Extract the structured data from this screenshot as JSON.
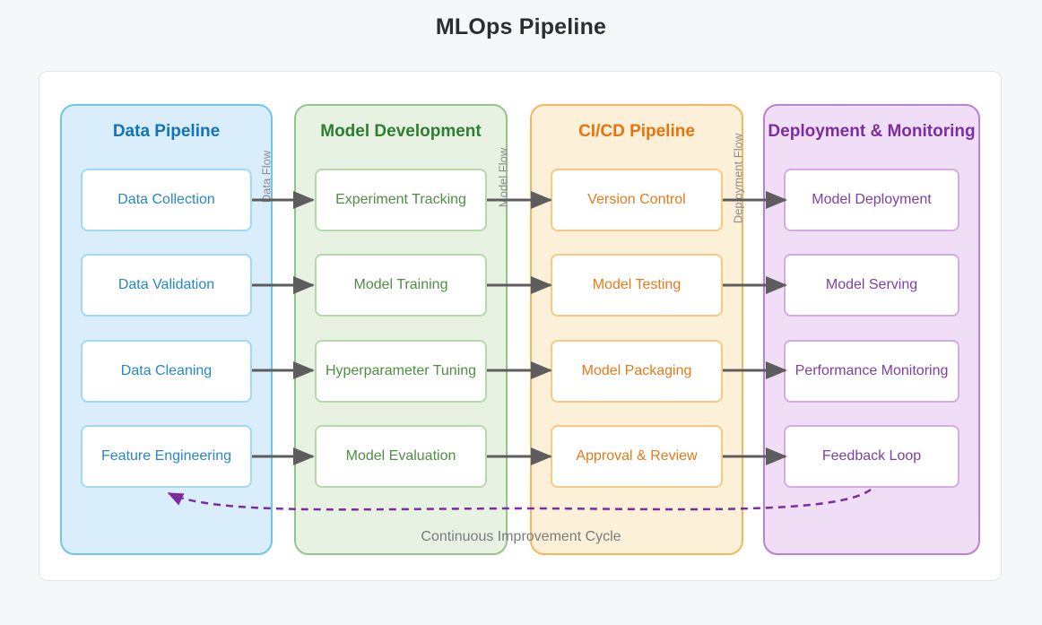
{
  "page": {
    "title": "MLOps Pipeline"
  },
  "columns": [
    {
      "id": "data-pipeline",
      "title": "Data Pipeline",
      "accent": "#1273b7",
      "fill": "#d9eefa",
      "border": "#6ec6ec",
      "nodes": [
        "Data Collection",
        "Data Validation",
        "Data Cleaning",
        "Feature Engineering"
      ]
    },
    {
      "id": "model-development",
      "title": "Model Development",
      "accent": "#2e7d32",
      "fill": "#e7f2e2",
      "border": "#94c48a",
      "nodes": [
        "Experiment Tracking",
        "Model Training",
        "Hyperparameter Tuning",
        "Model Evaluation"
      ]
    },
    {
      "id": "cicd-pipeline",
      "title": "CI/CD Pipeline",
      "accent": "#e8730c",
      "fill": "#fdf0d9",
      "border": "#f3b760",
      "nodes": [
        "Version Control",
        "Model Testing",
        "Model Packaging",
        "Approval & Review"
      ]
    },
    {
      "id": "deployment-monitoring",
      "title": "Deployment & Monitoring",
      "accent": "#7c2d9f",
      "fill": "#efdef5",
      "border": "#b981d1",
      "nodes": [
        "Model Deployment",
        "Model Serving",
        "Performance Monitoring",
        "Feedback Loop"
      ]
    }
  ],
  "flow_labels": [
    "Data Flow",
    "Model Flow",
    "Deployment Flow"
  ],
  "feedback_cycle": {
    "label": "Continuous Improvement Cycle",
    "color": "#7b2d9e",
    "style": "dashed"
  },
  "arrow_color": "#5d5d5d"
}
